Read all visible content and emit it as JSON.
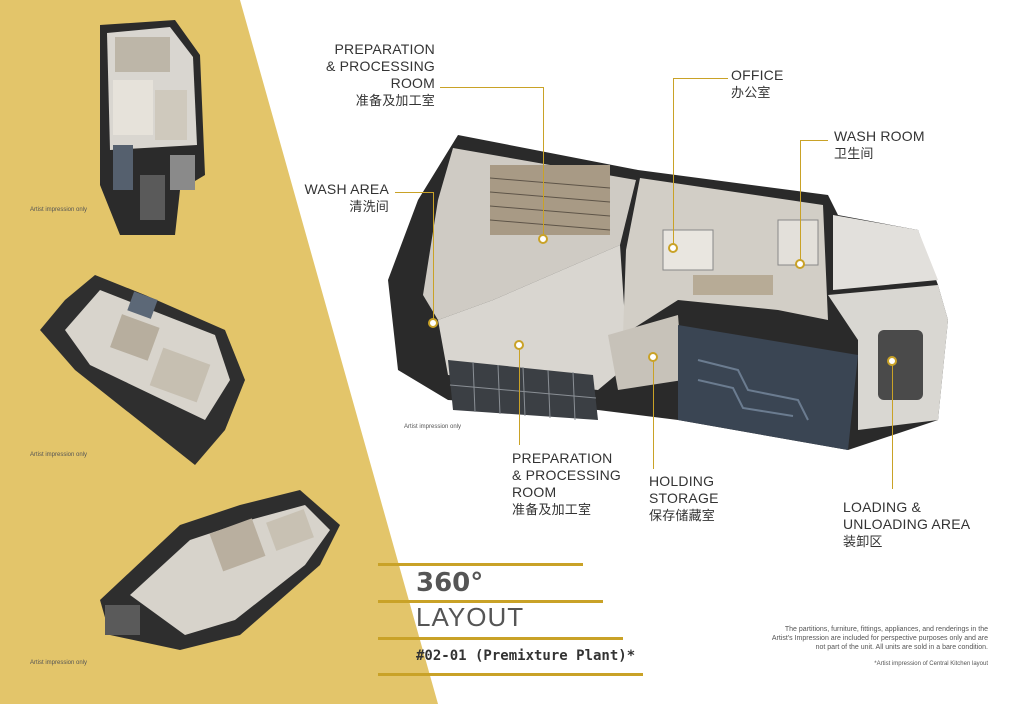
{
  "colors": {
    "gold": "#e3c56a",
    "accent": "#c9a227",
    "text": "#333333"
  },
  "thumbnails": [
    {
      "caption": "Artist impression only"
    },
    {
      "caption": "Artist impression only"
    },
    {
      "caption": "Artist impression only"
    }
  ],
  "main_caption": "Artist impression only",
  "callouts": {
    "prep_top": {
      "en": "PREPARATION\n& PROCESSING\nROOM",
      "cn": "准备及加工室"
    },
    "office": {
      "en": "OFFICE",
      "cn": "办公室"
    },
    "wash_room": {
      "en": "WASH ROOM",
      "cn": "卫生间"
    },
    "wash_area": {
      "en": "WASH AREA",
      "cn": "清洗间"
    },
    "prep_bottom": {
      "en": "PREPARATION\n& PROCESSING\nROOM",
      "cn": "准备及加工室"
    },
    "holding": {
      "en": "HOLDING\nSTORAGE",
      "cn": "保存储藏室"
    },
    "loading": {
      "en": "LOADING &\nUNLOADING AREA",
      "cn": "装卸区"
    }
  },
  "title": {
    "number": "360°",
    "word": "LAYOUT",
    "unit": "#02-01 (Premixture Plant)*"
  },
  "disclaimer": "The partitions, furniture, fittings, appliances, and renderings in the Artist's Impression are included for perspective purposes only and are not part of the unit. All units are sold in a bare condition.",
  "footnote": "*Artist impression of Central Kitchen layout"
}
